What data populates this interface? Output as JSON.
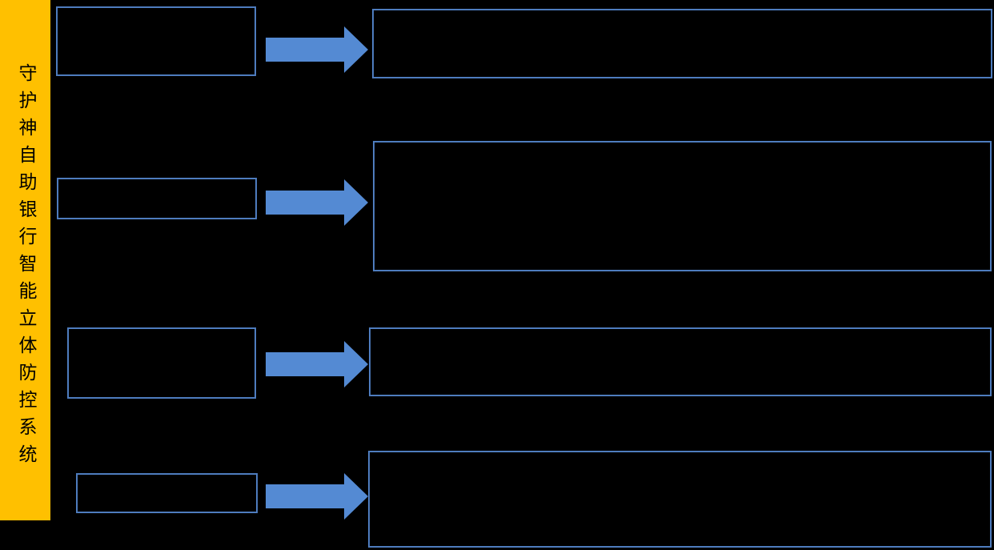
{
  "title_bar": {
    "text": "守护神自助银行智能立体防控系统",
    "chars": [
      "守",
      "护",
      "神",
      "自",
      "助",
      "银",
      "行",
      "智",
      "能",
      "立",
      "体",
      "防",
      "控",
      "系",
      "统"
    ]
  },
  "colors": {
    "background": "#000000",
    "sidebar_background": "#FFC000",
    "sidebar_text": "#000000",
    "box_border": "#4E7CBE",
    "box_fill": "#000000",
    "arrow_fill": "#548AD3"
  },
  "rows": [
    {
      "left_label": "",
      "right_label": ""
    },
    {
      "left_label": "",
      "right_label": ""
    },
    {
      "left_label": "",
      "right_label": ""
    },
    {
      "left_label": "",
      "right_label": ""
    }
  ]
}
